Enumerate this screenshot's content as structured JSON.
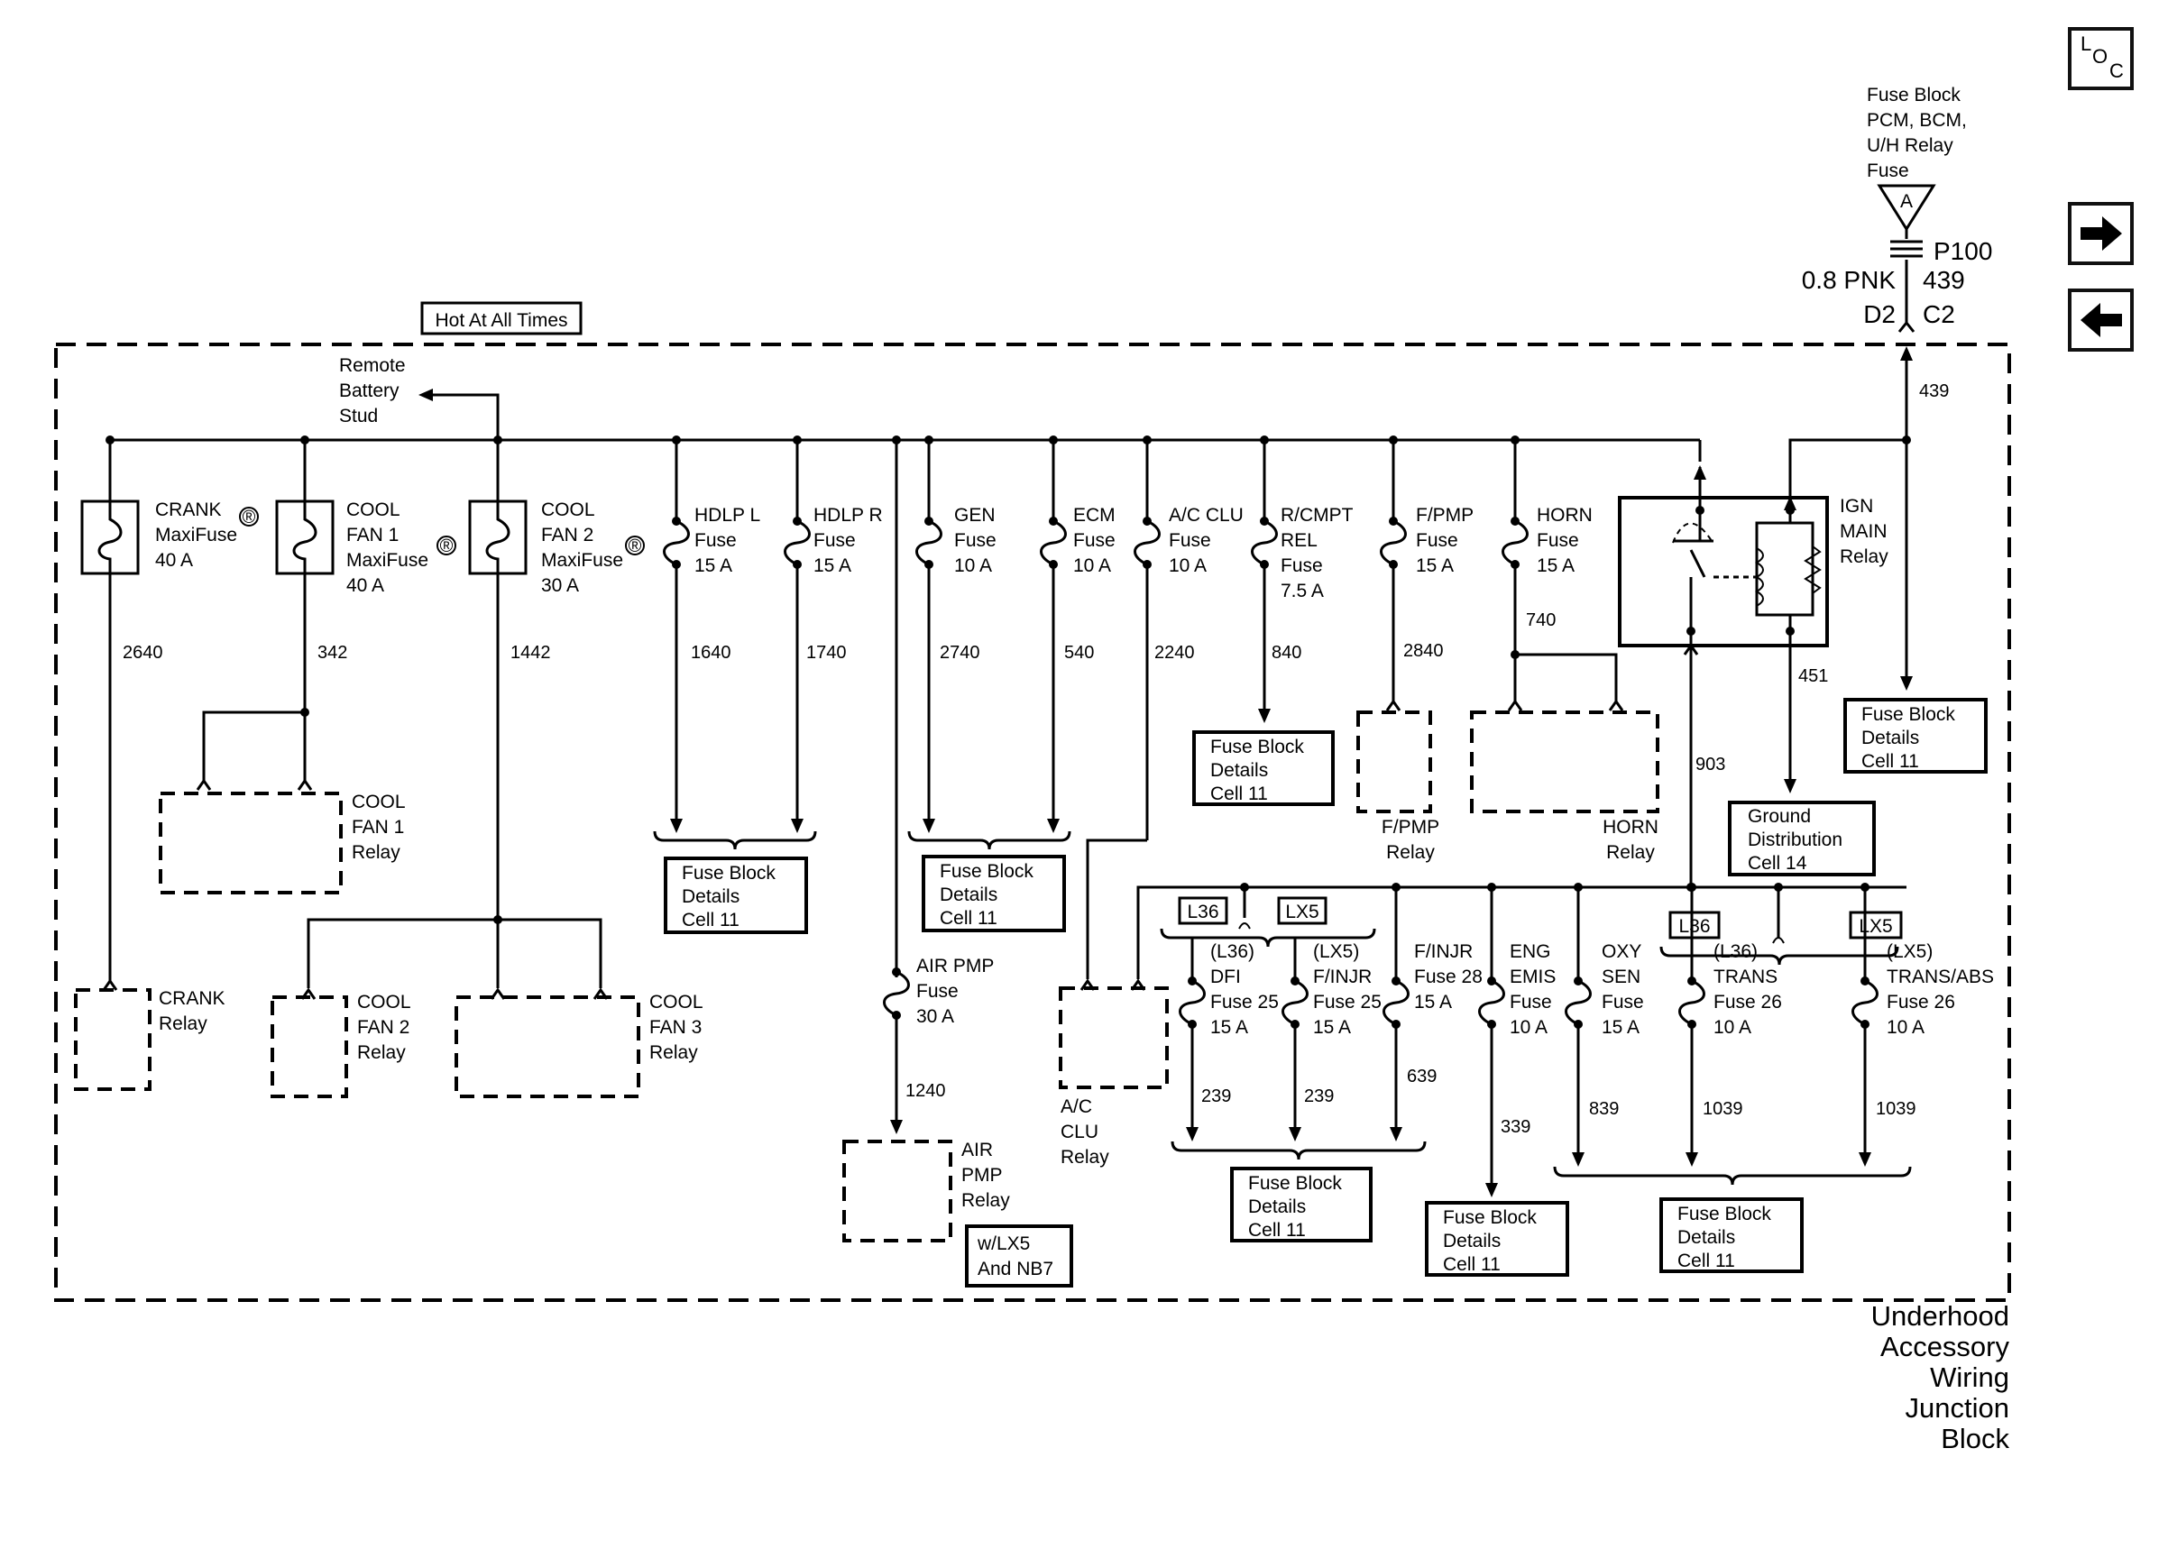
{
  "nav": {
    "loc_letters": [
      "L",
      "O",
      "C"
    ],
    "next_icon": "arrow-right-icon",
    "prev_icon": "arrow-left-icon"
  },
  "header": {
    "hot_at_all_times": "Hot At All Times",
    "fuse_block_source": [
      "Fuse Block",
      "PCM, BCM,",
      "U/H Relay",
      "Fuse"
    ],
    "source_letter": "A",
    "connector": "P100",
    "wire_color": "0.8 PNK",
    "wire_circuit": "439",
    "pin_left": "D2",
    "pin_right": "C2"
  },
  "remote_stud": [
    "Remote",
    "Battery",
    "Stud"
  ],
  "maxifuses": [
    {
      "lines": [
        "CRANK",
        "MaxiFuse",
        "40 A"
      ],
      "circuit": "2640"
    },
    {
      "lines": [
        "COOL",
        "FAN 1",
        "MaxiFuse",
        "40 A"
      ],
      "circuit": "342"
    },
    {
      "lines": [
        "COOL",
        "FAN 2",
        "MaxiFuse",
        "30 A"
      ],
      "circuit": "1442"
    }
  ],
  "registered_mark": "®",
  "fuses": [
    {
      "lines": [
        "HDLP L",
        "Fuse",
        "15 A"
      ],
      "circuit": "1640"
    },
    {
      "lines": [
        "HDLP R",
        "Fuse",
        "15 A"
      ],
      "circuit": "1740"
    },
    {
      "lines": [
        "GEN",
        "Fuse",
        "10 A"
      ],
      "circuit": "2740"
    },
    {
      "lines": [
        "ECM",
        "Fuse",
        "10 A"
      ],
      "circuit": "540"
    },
    {
      "lines": [
        "A/C CLU",
        "Fuse",
        "10 A"
      ],
      "circuit": "2240"
    },
    {
      "lines": [
        "R/CMPT",
        "REL",
        "Fuse",
        "7.5 A"
      ],
      "circuit": "840"
    },
    {
      "lines": [
        "F/PMP",
        "Fuse",
        "15 A"
      ],
      "circuit": "2840"
    },
    {
      "lines": [
        "HORN",
        "Fuse",
        "15 A"
      ],
      "circuit": "740"
    },
    {
      "lines": [
        "AIR PMP",
        "Fuse",
        "30 A"
      ],
      "circuit": "1240"
    }
  ],
  "relays": {
    "cool_fan_1": [
      "COOL",
      "FAN 1",
      "Relay"
    ],
    "crank": [
      "CRANK",
      "Relay"
    ],
    "cool_fan_2": [
      "COOL",
      "FAN 2",
      "Relay"
    ],
    "cool_fan_3": [
      "COOL",
      "FAN 3",
      "Relay"
    ],
    "air_pmp": [
      "AIR",
      "PMP",
      "Relay"
    ],
    "ac_clu": [
      "A/C",
      "CLU",
      "Relay"
    ],
    "f_pmp": [
      "F/PMP",
      "Relay"
    ],
    "horn": [
      "HORN",
      "Relay"
    ],
    "ign_main": [
      "IGN",
      "MAIN",
      "Relay"
    ]
  },
  "air_pmp_option": [
    "w/LX5",
    "And NB7"
  ],
  "ign_circuits": {
    "feed": "439",
    "out": "903",
    "ground": "451"
  },
  "fuse_block_details": [
    "Fuse Block",
    "Details",
    "Cell 11"
  ],
  "ground_distribution": [
    "Ground",
    "Distribution",
    "Cell 14"
  ],
  "options": {
    "l36": "L36",
    "lx5": "LX5"
  },
  "lower_fuses": [
    {
      "lines": [
        "(L36)",
        "DFI",
        "Fuse 25",
        "15 A"
      ],
      "circuit": "239"
    },
    {
      "lines": [
        "(LX5)",
        "F/INJR",
        "Fuse 25",
        "15 A"
      ],
      "circuit": "239"
    },
    {
      "lines": [
        "F/INJR",
        "Fuse 28",
        "15 A"
      ],
      "circuit": "639"
    },
    {
      "lines": [
        "ENG",
        "EMIS",
        "Fuse",
        "10 A"
      ],
      "circuit": "339"
    },
    {
      "lines": [
        "OXY",
        "SEN",
        "Fuse",
        "15 A"
      ],
      "circuit": "839"
    },
    {
      "lines": [
        "(L36)",
        "TRANS",
        "Fuse 26",
        "10 A"
      ],
      "circuit": "1039"
    },
    {
      "lines": [
        "(LX5)",
        "TRANS/ABS",
        "Fuse 26",
        "10 A"
      ],
      "circuit": "1039"
    }
  ],
  "component_title": [
    "Underhood",
    "Accessory",
    "Wiring",
    "Junction",
    "Block"
  ]
}
